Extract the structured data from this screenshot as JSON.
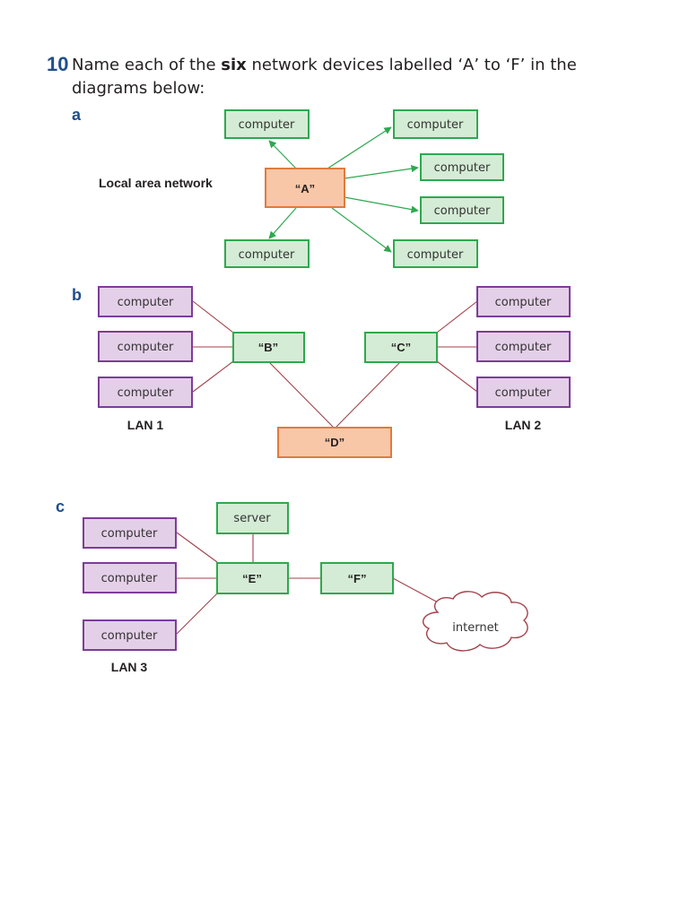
{
  "question": {
    "number": "10",
    "text_before": "Name each of the ",
    "text_bold": "six",
    "text_after": " network devices labelled ‘A’ to ‘F’ in the",
    "line2": "diagrams below:"
  },
  "diagram_a": {
    "part_label": "a",
    "caption": "Local area network",
    "device": "“A”",
    "computers": [
      "computer",
      "computer",
      "computer",
      "computer",
      "computer",
      "computer"
    ]
  },
  "diagram_b": {
    "part_label": "b",
    "left_computers": [
      "computer",
      "computer",
      "computer"
    ],
    "right_computers": [
      "computer",
      "computer",
      "computer"
    ],
    "device_b": "“B”",
    "device_c": "“C”",
    "device_d": "“D”",
    "lan1": "LAN 1",
    "lan2": "LAN 2"
  },
  "diagram_c": {
    "part_label": "c",
    "computers": [
      "computer",
      "computer",
      "computer"
    ],
    "server": "server",
    "device_e": "“E”",
    "device_f": "“F”",
    "internet": "internet",
    "lan3": "LAN 3"
  },
  "colors": {
    "heading_blue": "#1f4e8c",
    "device_green": "#2fa84f",
    "computer_purple": "#7d3c98",
    "hub_orange": "#e07b3c",
    "link_red": "#a3414a"
  }
}
